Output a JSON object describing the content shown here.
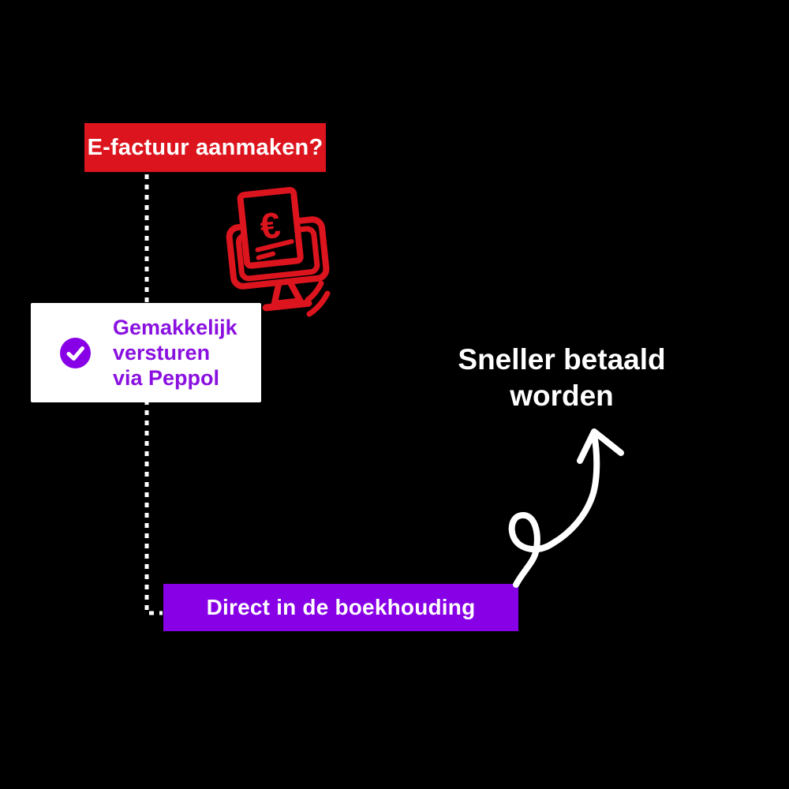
{
  "page": {
    "background": "#000000"
  },
  "palette": {
    "red": "#DC141E",
    "purple": "#8700E6",
    "purple_text": "#8A10E0",
    "white": "#FFFFFF",
    "black": "#000000"
  },
  "question_banner": {
    "label": "E-factuur aanmaken?"
  },
  "benefit_card": {
    "lines": [
      "Gemakkelijk",
      "versturen",
      "via Peppol"
    ]
  },
  "outcome_text": {
    "lines": [
      "Sneller betaald",
      "worden"
    ]
  },
  "bottom_banner": {
    "label": "Direct in de boekhouding"
  },
  "icons": {
    "check_circle": {
      "name": "check-circle-icon",
      "glyph": "✓",
      "color": "#8700E6"
    },
    "invoice_monitor": {
      "name": "invoice-monitor-icon",
      "euro_glyph": "€",
      "color": "#DC141E"
    },
    "curved_arrow": {
      "name": "curved-arrow-up-icon",
      "color": "#FFFFFF"
    },
    "dotted_connector": {
      "name": "dotted-connector-line",
      "color": "#FFFFFF"
    }
  }
}
